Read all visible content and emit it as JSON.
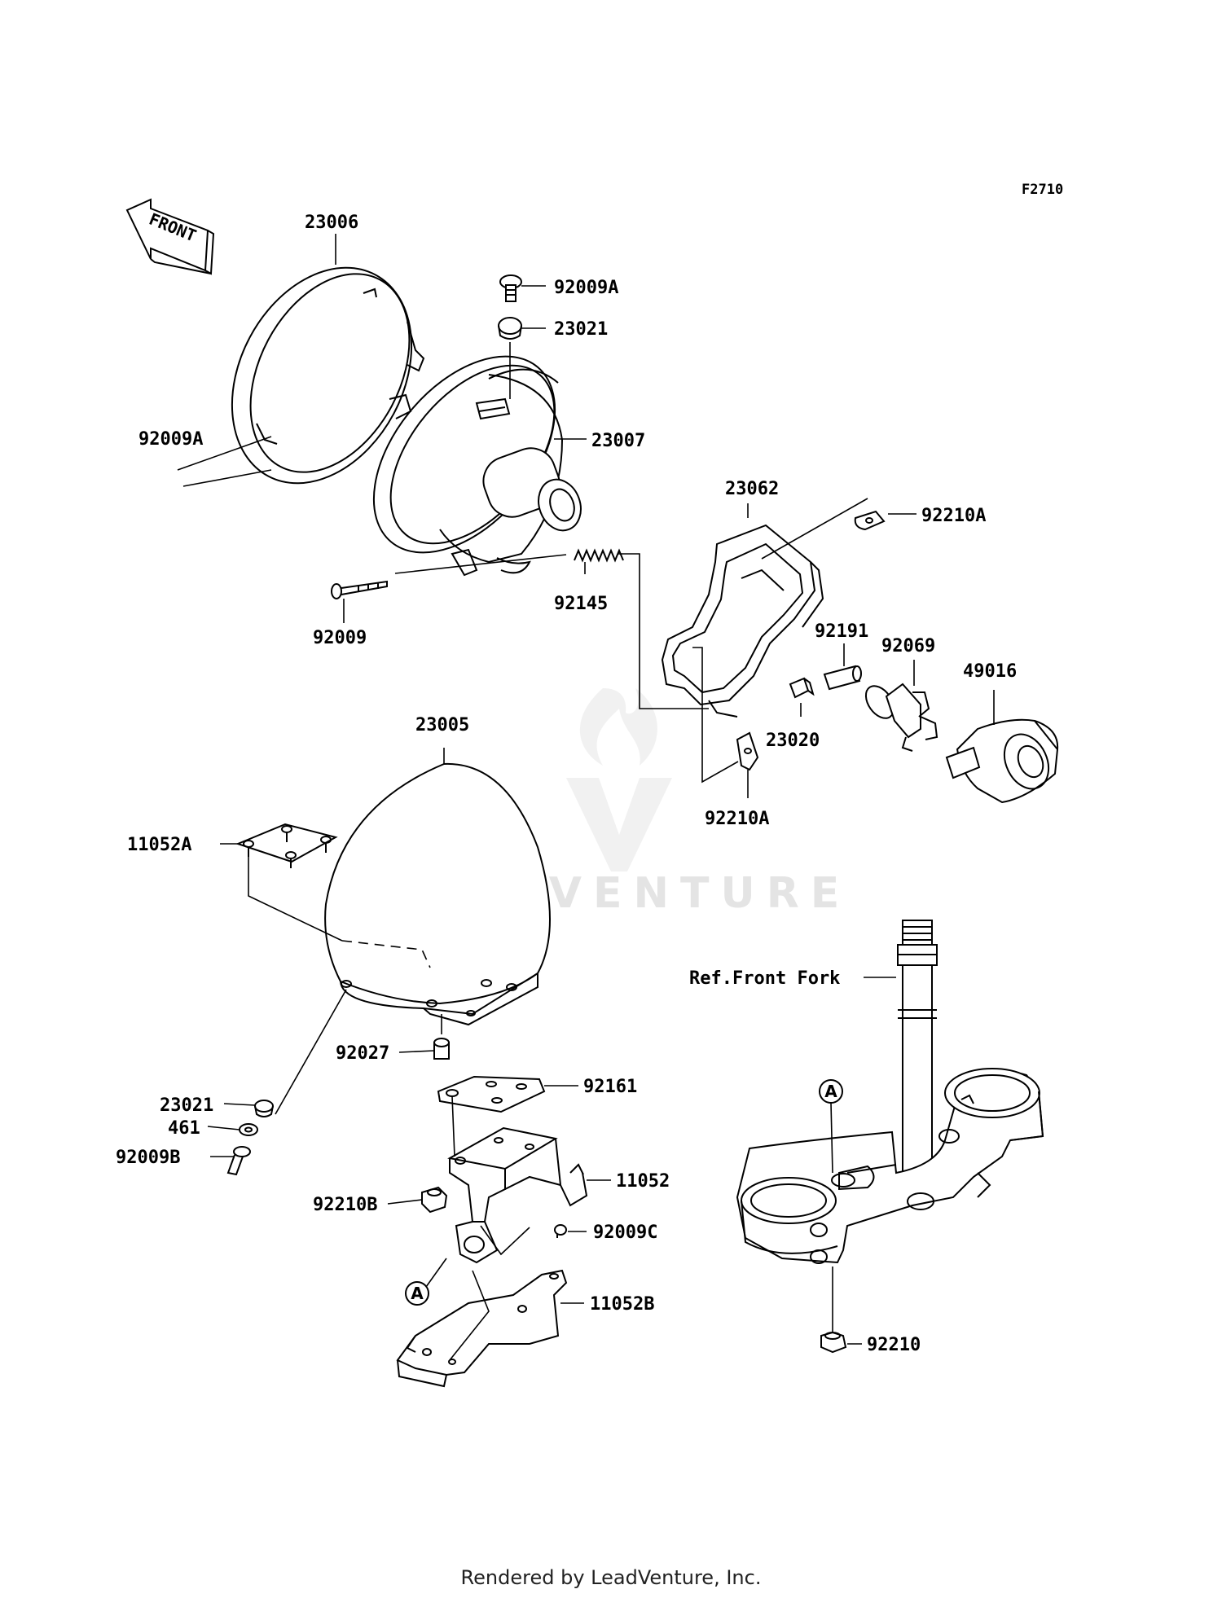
{
  "figure_id": "F2710",
  "direction_label": "FRONT",
  "watermark": "LEADVENTURE",
  "footer": "Rendered by LeadVenture, Inc.",
  "reference_letter": "A",
  "labels": {
    "p23006": "23006",
    "p92009A_top": "92009A",
    "p23021_top": "23021",
    "p92009A_left": "92009A",
    "p23007": "23007",
    "p23062": "23062",
    "p92210A_top": "92210A",
    "p92009": "92009",
    "p92145": "92145",
    "p92191": "92191",
    "p92069": "92069",
    "p49016": "49016",
    "p23020": "23020",
    "p92210A_bottom": "92210A",
    "p23005": "23005",
    "p11052A": "11052A",
    "ref_front_fork": "Ref.Front Fork",
    "p92027": "92027",
    "p92161": "92161",
    "p23021_bottom": "23021",
    "p461": "461",
    "p92009B": "92009B",
    "p11052": "11052",
    "p92210B": "92210B",
    "p92009C": "92009C",
    "p11052B": "11052B",
    "p92210": "92210"
  }
}
